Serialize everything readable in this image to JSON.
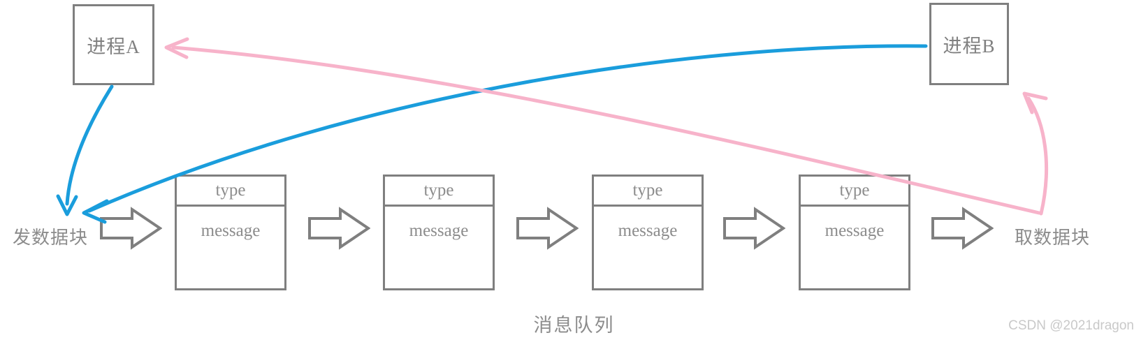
{
  "diagram": {
    "title_caption": "消息队列",
    "watermark": "CSDN @2021dragon",
    "processes": [
      {
        "id": "process-a",
        "label": "进程A"
      },
      {
        "id": "process-b",
        "label": "进程B"
      }
    ],
    "side_labels": {
      "send": "发数据块",
      "receive": "取数据块"
    },
    "queue_nodes": [
      {
        "type_label": "type",
        "message_label": "message"
      },
      {
        "type_label": "type",
        "message_label": "message"
      },
      {
        "type_label": "type",
        "message_label": "message"
      },
      {
        "type_label": "type",
        "message_label": "message"
      }
    ],
    "flow_arrows": [
      {
        "name": "queue-arrow-0"
      },
      {
        "name": "queue-arrow-1"
      },
      {
        "name": "queue-arrow-2"
      },
      {
        "name": "queue-arrow-3"
      },
      {
        "name": "queue-arrow-4"
      }
    ],
    "connectors": [
      {
        "name": "process-a-to-send",
        "color": "#1a9ddc",
        "from": "进程A",
        "to": "发数据块"
      },
      {
        "name": "process-b-to-send",
        "color": "#1a9ddc",
        "from": "进程B",
        "to": "发数据块"
      },
      {
        "name": "receive-to-process-a",
        "color": "#f7b3ca",
        "from": "取数据块",
        "to": "进程A"
      },
      {
        "name": "receive-to-process-b",
        "color": "#f7b3ca",
        "from": "取数据块",
        "to": "进程B"
      }
    ],
    "colors": {
      "stroke_gray": "#7f7f7f",
      "text_gray": "#8c8c8c",
      "blue": "#1a9ddc",
      "pink": "#f7b3ca",
      "watermark_gray": "#c9c9c9",
      "background": "#ffffff"
    }
  }
}
